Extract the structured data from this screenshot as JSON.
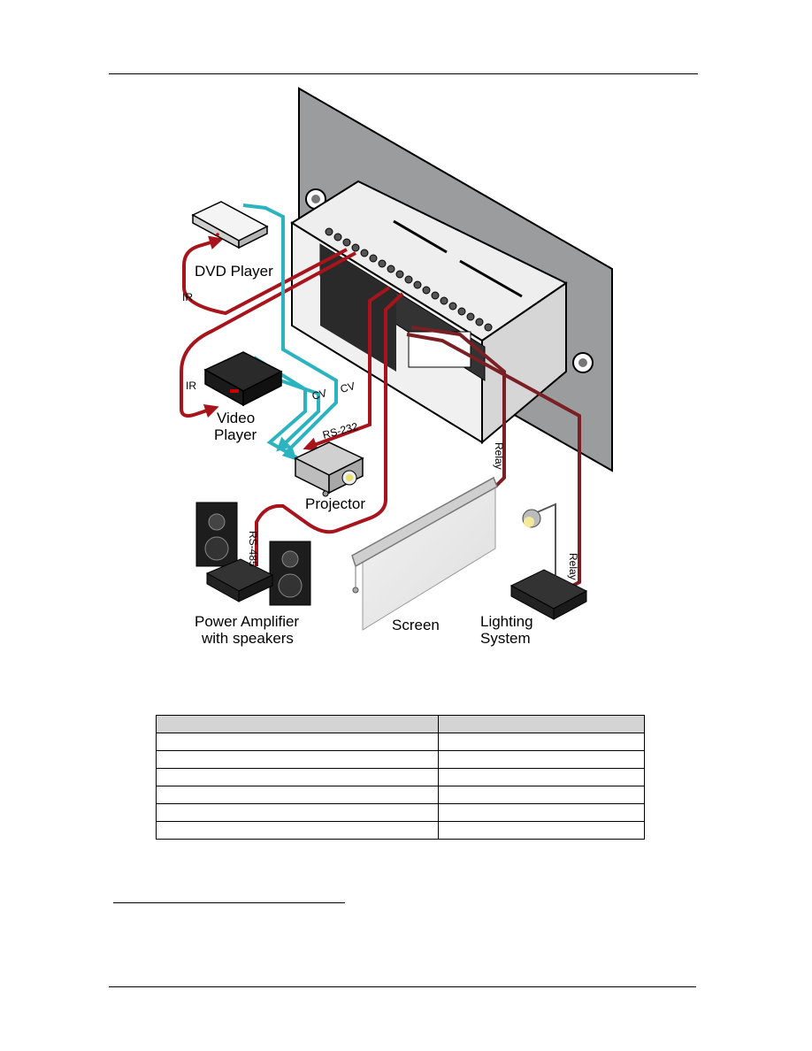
{
  "diagram": {
    "labels": {
      "dvd_player": "DVD Player",
      "video_player_line1": "Video",
      "video_player_line2": "Player",
      "projector": "Projector",
      "amp_line1": "Power Amplifier",
      "amp_line2": "with speakers",
      "screen": "Screen",
      "lighting_line1": "Lighting",
      "lighting_line2": "System",
      "ir_1": "IR",
      "ir_2": "IR",
      "cv_1": "CV",
      "cv_2": "CV",
      "rs232": "RS-232",
      "rs485": "RS-485",
      "relay_1": "Relay",
      "relay_2": "Relay"
    },
    "colors": {
      "ir_line": "#a8141c",
      "cv_line": "#2bb3bf",
      "relay_line": "#7a1f24",
      "wall_plate": "#9a9c9e"
    }
  },
  "table": {
    "rows": [
      [
        "",
        ""
      ],
      [
        "",
        ""
      ],
      [
        "",
        ""
      ],
      [
        "",
        ""
      ],
      [
        "",
        ""
      ],
      [
        "",
        ""
      ],
      [
        "",
        ""
      ]
    ]
  }
}
